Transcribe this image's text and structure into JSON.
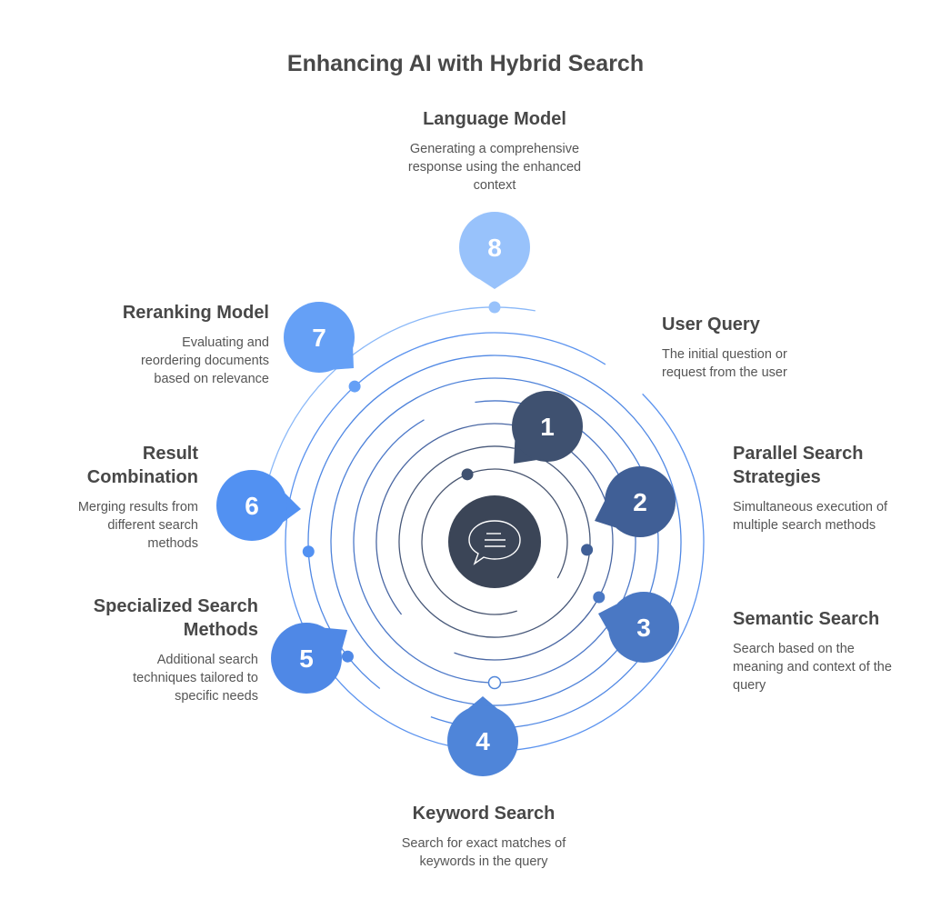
{
  "title": "Enhancing AI with Hybrid Search",
  "center_icon": "speech-bubble-icon",
  "colors": {
    "center": "#3b4557",
    "step1": "#3f5170",
    "step2": "#405f96",
    "step3": "#4a78c4",
    "step4": "#4f85d9",
    "step5": "#4f88e6",
    "step6": "#5291f2",
    "step7": "#65a0f6",
    "step8": "#98c2fb",
    "text_heading": "#484848",
    "text_body": "#555555"
  },
  "steps": [
    {
      "number": "1",
      "heading": "User Query",
      "description": "The initial question or request from the user"
    },
    {
      "number": "2",
      "heading": "Parallel Search Strategies",
      "description": "Simultaneous execution of multiple search methods"
    },
    {
      "number": "3",
      "heading": "Semantic Search",
      "description": "Search based on the meaning and context of the query"
    },
    {
      "number": "4",
      "heading": "Keyword Search",
      "description": "Search for exact matches of keywords in the query"
    },
    {
      "number": "5",
      "heading": "Specialized Search Methods",
      "description": "Additional search techniques tailored to specific needs"
    },
    {
      "number": "6",
      "heading": "Result Combination",
      "description": "Merging results from different search methods"
    },
    {
      "number": "7",
      "heading": "Reranking Model",
      "description": "Evaluating and reordering documents based on relevance"
    },
    {
      "number": "8",
      "heading": "Language Model",
      "description": "Generating a comprehensive response using the enhanced context"
    }
  ]
}
